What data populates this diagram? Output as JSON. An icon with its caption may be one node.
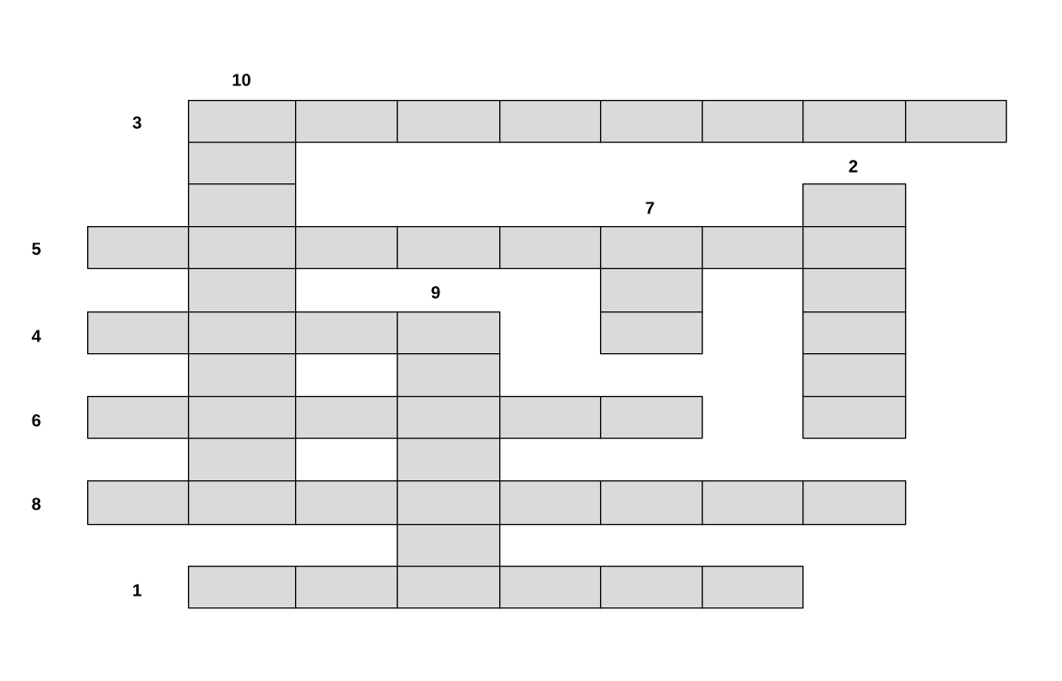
{
  "diagram": {
    "nodes": [
      {
        "text": [],
        "shape": "box"
      },
      {
        "text": [],
        "shape": "box"
      },
      {
        "text": [],
        "shape": "box"
      },
      {
        "text": [],
        "shape": "box"
      },
      {
        "text": [],
        "shape": "box"
      },
      {
        "text": [],
        "shape": "box"
      },
      {
        "text": [],
        "shape": "box"
      },
      {
        "text": [],
        "shape": "box"
      },
      {
        "text": [],
        "shape": "box"
      },
      {
        "text": [],
        "shape": "box"
      },
      {
        "text": [],
        "shape": "box"
      },
      {
        "text": [],
        "shape": "box"
      },
      {
        "text": [],
        "shape": "box"
      },
      {
        "text": [],
        "shape": "box"
      },
      {
        "text": [],
        "shape": "box"
      },
      {
        "text": [],
        "shape": "box"
      },
      {
        "text": [],
        "shape": "box"
      },
      {
        "text": [],
        "shape": "box"
      },
      {
        "text": [],
        "shape": "box"
      },
      {
        "text": [],
        "shape": "box"
      },
      {
        "text": [],
        "shape": "box"
      },
      {
        "text": [],
        "shape": "box"
      },
      {
        "text": [],
        "shape": "box"
      },
      {
        "text": [],
        "shape": "box"
      },
      {
        "text": [],
        "shape": "box"
      },
      {
        "text": [],
        "shape": "box"
      },
      {
        "text": [],
        "shape": "box"
      },
      {
        "text": [],
        "shape": "box"
      },
      {
        "text": [],
        "shape": "box"
      },
      {
        "text": [],
        "shape": "box"
      },
      {
        "text": [],
        "shape": "box"
      },
      {
        "text": [],
        "shape": "box"
      },
      {
        "text": [],
        "shape": "box"
      },
      {
        "text": [],
        "shape": "box"
      },
      {
        "text": [],
        "shape": "box"
      },
      {
        "text": [],
        "shape": "box"
      },
      {
        "text": [],
        "shape": "box"
      },
      {
        "text": [],
        "shape": "box"
      },
      {
        "text": [],
        "shape": "box"
      },
      {
        "text": [],
        "shape": "box"
      },
      {
        "text": [],
        "shape": "box"
      },
      {
        "text": [],
        "shape": "box"
      },
      {
        "text": [],
        "shape": "box"
      },
      {
        "text": [],
        "shape": "box"
      },
      {
        "text": [],
        "shape": "box"
      },
      {
        "text": [],
        "shape": "box"
      },
      {
        "text": [],
        "shape": "box"
      },
      {
        "text": [],
        "shape": "box"
      },
      {
        "text": [],
        "shape": "box"
      },
      {
        "text": [],
        "shape": "box"
      },
      {
        "text": [],
        "shape": "box"
      },
      {
        "text": [],
        "shape": "box"
      },
      {
        "text": [],
        "shape": "box"
      },
      {
        "text": [],
        "shape": "box"
      },
      {
        "text": [],
        "shape": "box"
      }
    ],
    "labels": [
      "10",
      "3",
      "2",
      "7",
      "5",
      "9",
      "4",
      "6",
      "8",
      "1"
    ]
  }
}
